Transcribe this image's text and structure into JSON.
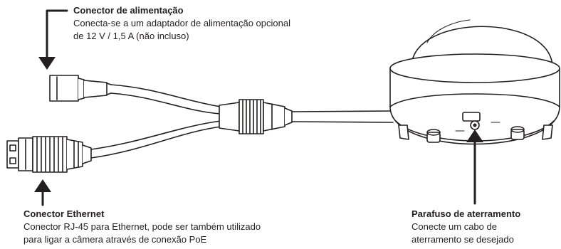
{
  "power_connector": {
    "title": "Conector de alimentação",
    "lines": [
      "Conecta-se a um adaptador de alimentação opcional",
      "de 12 V / 1,5 A (não incluso)"
    ]
  },
  "ethernet_connector": {
    "title": "Conector Ethernet",
    "lines": [
      "Conector RJ-45 para Ethernet, pode ser também utilizado",
      "para ligar a câmera através de conexão PoE"
    ]
  },
  "grounding_screw": {
    "title": "Parafuso de aterramento",
    "lines": [
      "Conecte um cabo de",
      "aterramento se desejado"
    ]
  }
}
